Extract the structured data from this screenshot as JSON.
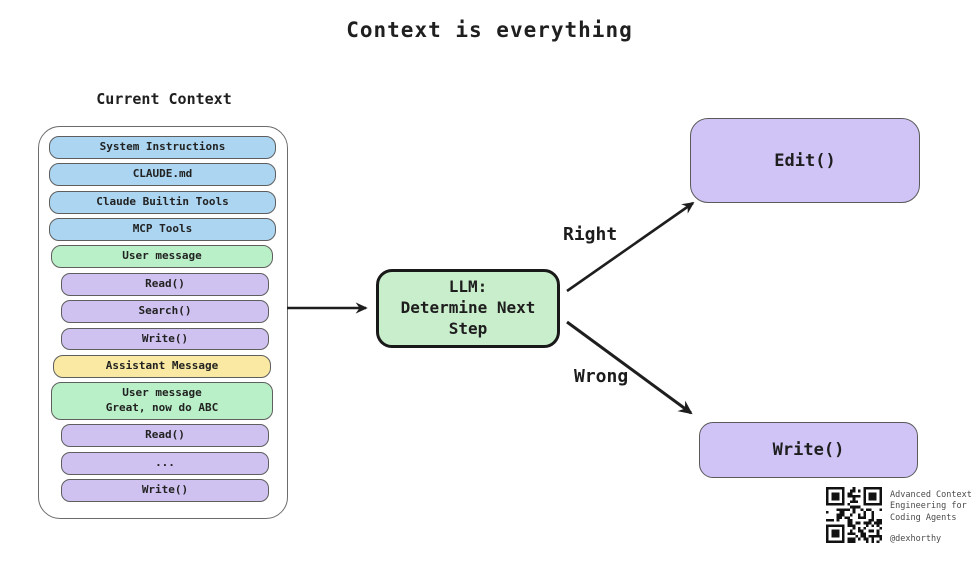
{
  "title": "Context is everything",
  "panel": {
    "label": "Current Context",
    "rows": [
      {
        "label": "System Instructions",
        "type": "blue"
      },
      {
        "label": "CLAUDE.md",
        "type": "blue"
      },
      {
        "label": "Claude Builtin Tools",
        "type": "blue"
      },
      {
        "label": "MCP Tools",
        "type": "blue"
      },
      {
        "label": "User message",
        "type": "green"
      },
      {
        "label": "Read()",
        "type": "purple"
      },
      {
        "label": "Search()",
        "type": "purple"
      },
      {
        "label": "Write()",
        "type": "purple"
      },
      {
        "label": "Assistant Message",
        "type": "yellow"
      },
      {
        "label": "User message\nGreat, now do ABC",
        "type": "green"
      },
      {
        "label": "Read()",
        "type": "purple"
      },
      {
        "label": "...",
        "type": "purple"
      },
      {
        "label": "Write()",
        "type": "purple"
      }
    ]
  },
  "llm_node": {
    "label": "LLM:\nDetermine Next Step"
  },
  "edges": {
    "right_label": "Right",
    "wrong_label": "Wrong"
  },
  "outcomes": {
    "edit_label": "Edit()",
    "write_label": "Write()"
  },
  "footer": {
    "caption": "Advanced Context\nEngineering for\nCoding Agents",
    "handle": "@dexhorthy"
  },
  "colors": {
    "blue": "#abd5f1",
    "green": "#b9f0c7",
    "purple": "#cfc2f0",
    "yellow": "#f9e9a2",
    "llm_green": "#c9eecb",
    "outcome_purple": "#d0c3f5",
    "arrow": "#1e1e1e"
  }
}
